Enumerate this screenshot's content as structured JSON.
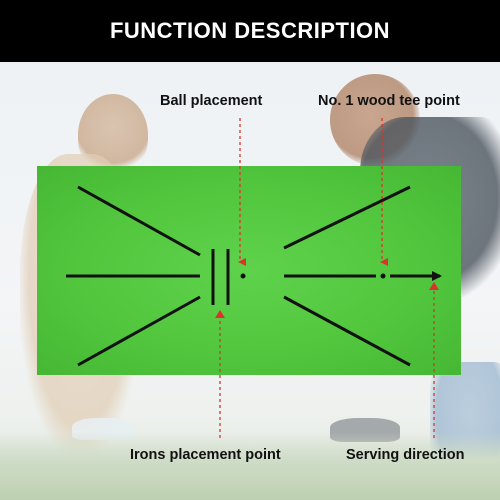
{
  "header": {
    "title": "FUNCTION DESCRIPTION"
  },
  "labels": {
    "ball_placement": "Ball placement",
    "tee_point": "No. 1 wood tee point",
    "irons_point": "Irons placement point",
    "serving_direction": "Serving direction"
  },
  "colors": {
    "header_bg": "#000000",
    "header_text": "#ffffff",
    "mat_green": "#52c73e",
    "mat_lines": "#111111",
    "arrow_red": "#d9342b"
  },
  "icons": {
    "ball_marker": "dot-icon",
    "direction": "arrow-right-icon"
  }
}
